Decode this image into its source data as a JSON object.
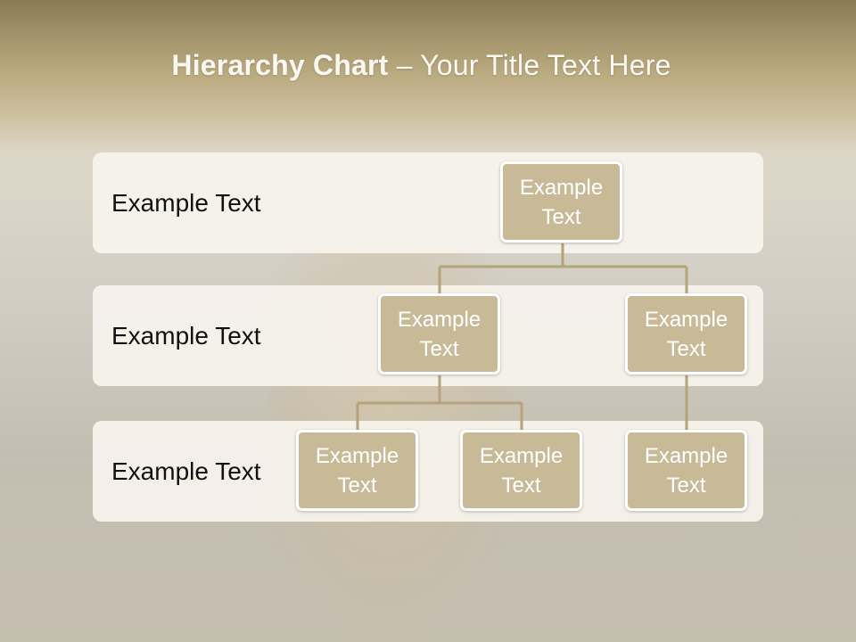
{
  "title": {
    "bold": "Hierarchy Chart",
    "rest": " – Your Title Text Here"
  },
  "bands": [
    {
      "label": "Example Text"
    },
    {
      "label": "Example Text"
    },
    {
      "label": "Example Text"
    }
  ],
  "nodes": {
    "root": "Example Text",
    "level2_left": "Example Text",
    "level2_right": "Example Text",
    "level3_a": "Example Text",
    "level3_b": "Example Text",
    "level3_c": "Example Text"
  },
  "colors": {
    "node_fill": "#c8ba97",
    "node_border": "#ffffff",
    "connector": "#b4a37b",
    "band_fill": "#f6f3ec"
  }
}
